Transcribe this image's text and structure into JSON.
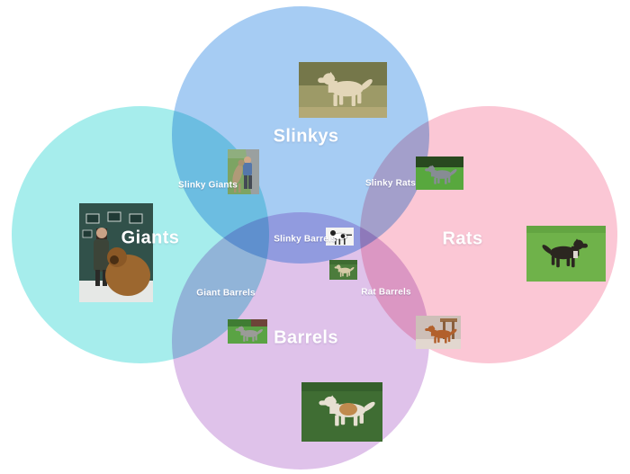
{
  "venn": {
    "background": "#ffffff",
    "label_color": "#ffffff",
    "sets": [
      {
        "label": "Slinkys",
        "color": "#a6ccf3",
        "photo": "saluki-standing-in-field"
      },
      {
        "label": "Giants",
        "color": "#a6edec",
        "photo": "woman-with-leonberger-dog"
      },
      {
        "label": "Rats",
        "color": "#fbc7d5",
        "photo": "chihuahua-on-grass"
      },
      {
        "label": "Barrels",
        "color": "#dfc2ea",
        "photo": "english-bulldog-on-grass"
      }
    ],
    "intersections": [
      {
        "label": "Slinky Giants",
        "photo": "person-holding-upright-sighthound"
      },
      {
        "label": "Slinky Rats",
        "photo": "italian-greyhound-on-grass"
      },
      {
        "label": "Slinky Barrels",
        "photo_top": "black-and-white-dog-on-white",
        "photo_bottom": "tan-dog-on-grass"
      },
      {
        "label": "Giant Barrels",
        "photo": "grey-shaggy-dog-on-grass"
      },
      {
        "label": "Rat Barrels",
        "photo": "red-brown-dog-indoors"
      }
    ]
  }
}
